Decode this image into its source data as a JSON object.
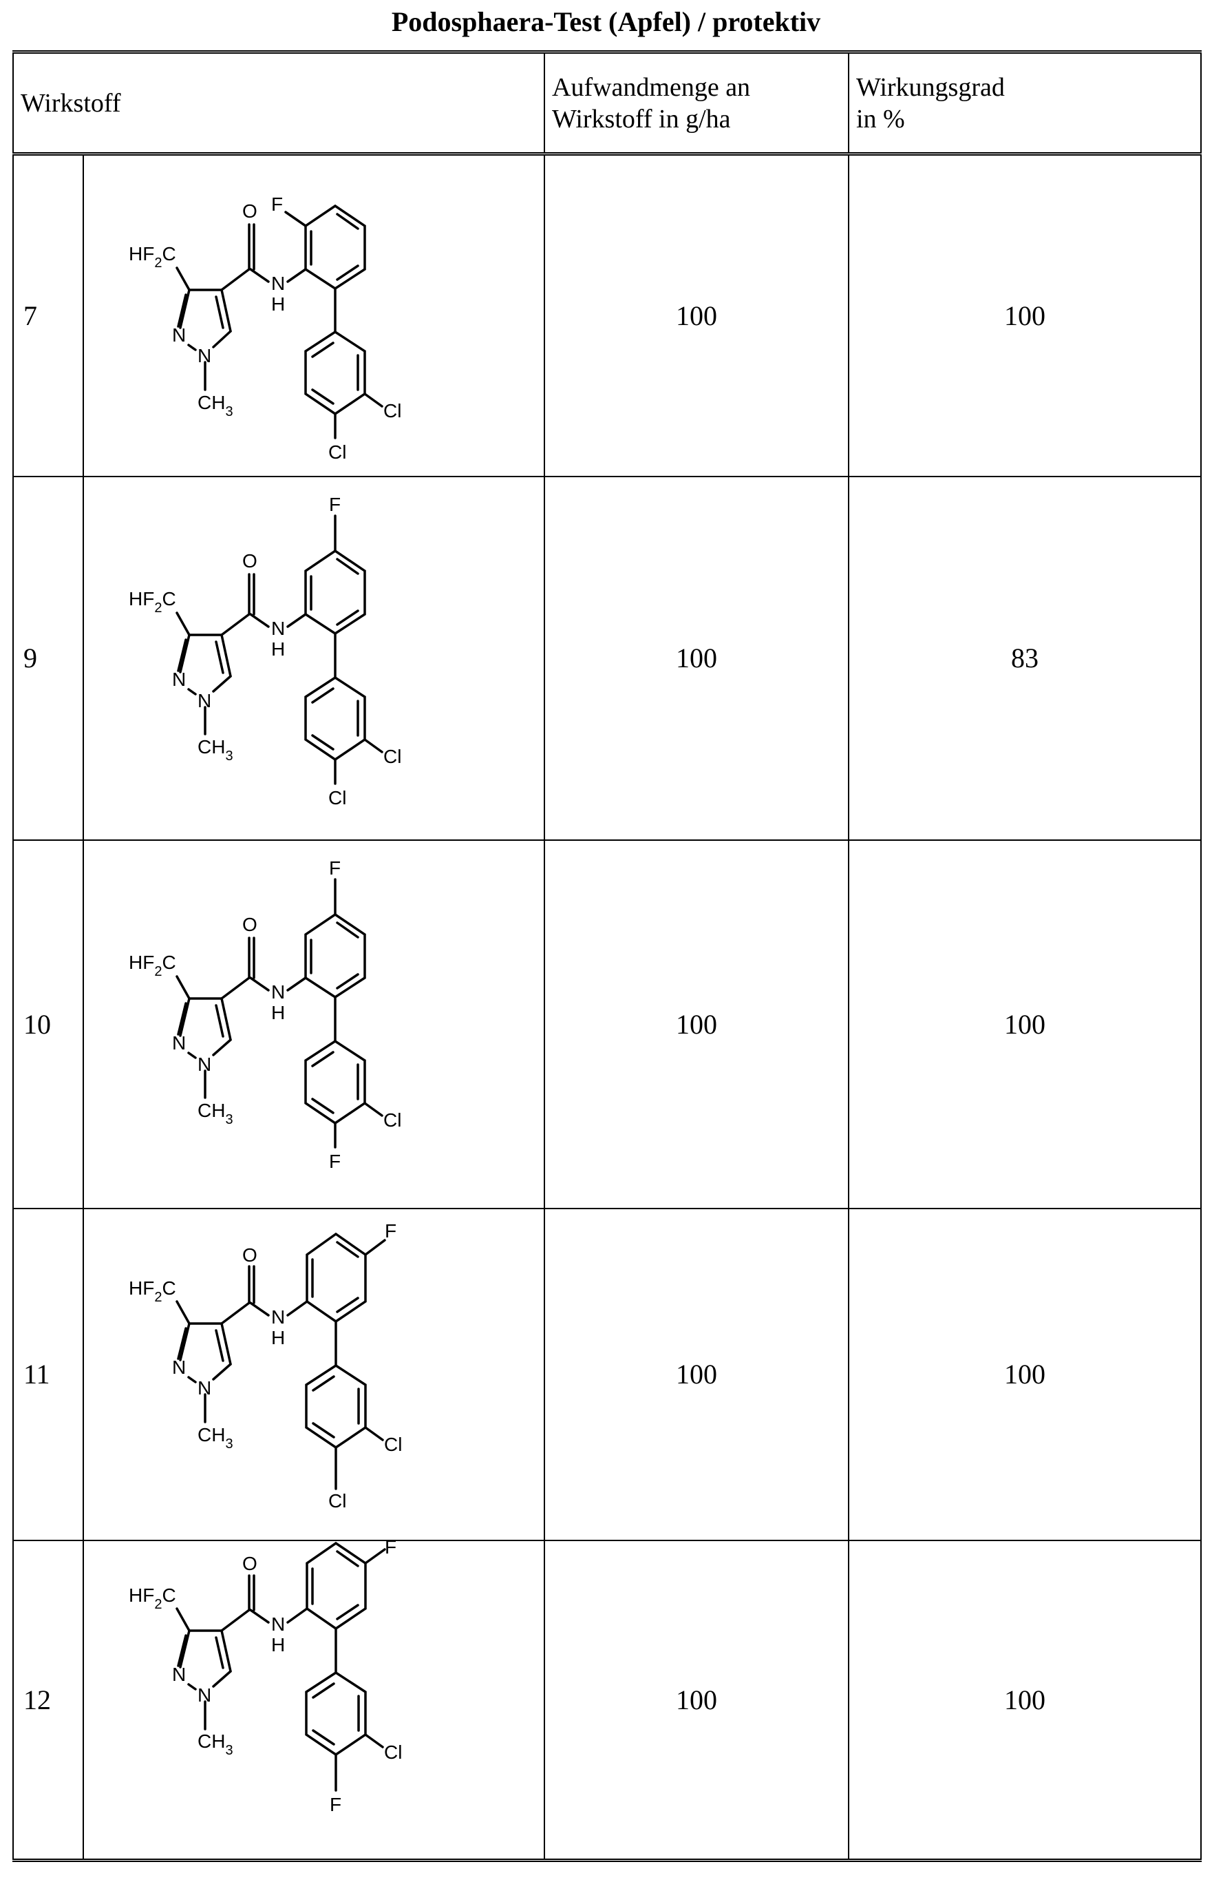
{
  "title": "Podosphaera-Test (Apfel) / protektiv",
  "table": {
    "headers": {
      "wirkstoff": "Wirkstoff",
      "aufwand_line1": "Aufwandmenge an",
      "aufwand_line2": "Wirkstoff in g/ha",
      "wirkung_line1": "Wirkungsgrad",
      "wirkung_line2": "in %"
    },
    "rows": [
      {
        "id": "7",
        "rate": "100",
        "efficacy": "100",
        "structure": {
          "top_ring_F": "F",
          "top_ring_F_position": "ortho to NH",
          "lower_ring_para": "Cl",
          "lower_ring_meta": "Cl"
        }
      },
      {
        "id": "9",
        "rate": "100",
        "efficacy": "83",
        "structure": {
          "top_ring_F": "F",
          "top_ring_F_position": "meta (5-position)",
          "lower_ring_para": "Cl",
          "lower_ring_meta": "Cl"
        }
      },
      {
        "id": "10",
        "rate": "100",
        "efficacy": "100",
        "structure": {
          "top_ring_F": "F",
          "top_ring_F_position": "meta (5-position)",
          "lower_ring_para": "F",
          "lower_ring_meta": "Cl"
        }
      },
      {
        "id": "11",
        "rate": "100",
        "efficacy": "100",
        "structure": {
          "top_ring_F": "F",
          "top_ring_F_position": "para to NH (4-position)",
          "lower_ring_para": "Cl",
          "lower_ring_meta": "Cl"
        }
      },
      {
        "id": "12",
        "rate": "100",
        "efficacy": "100",
        "structure": {
          "top_ring_F": "F",
          "top_ring_F_position": "para to NH (4-position)",
          "lower_ring_para": "F",
          "lower_ring_meta": "Cl"
        }
      }
    ],
    "structure_labels": {
      "hf2c": "HF",
      "hf2c_sub": "2",
      "hf2c_c": "C",
      "oxygen": "O",
      "n_amide": "N",
      "h_amide": "H",
      "n_ring": "N",
      "ch3": "CH",
      "ch3_sub": "3"
    }
  }
}
